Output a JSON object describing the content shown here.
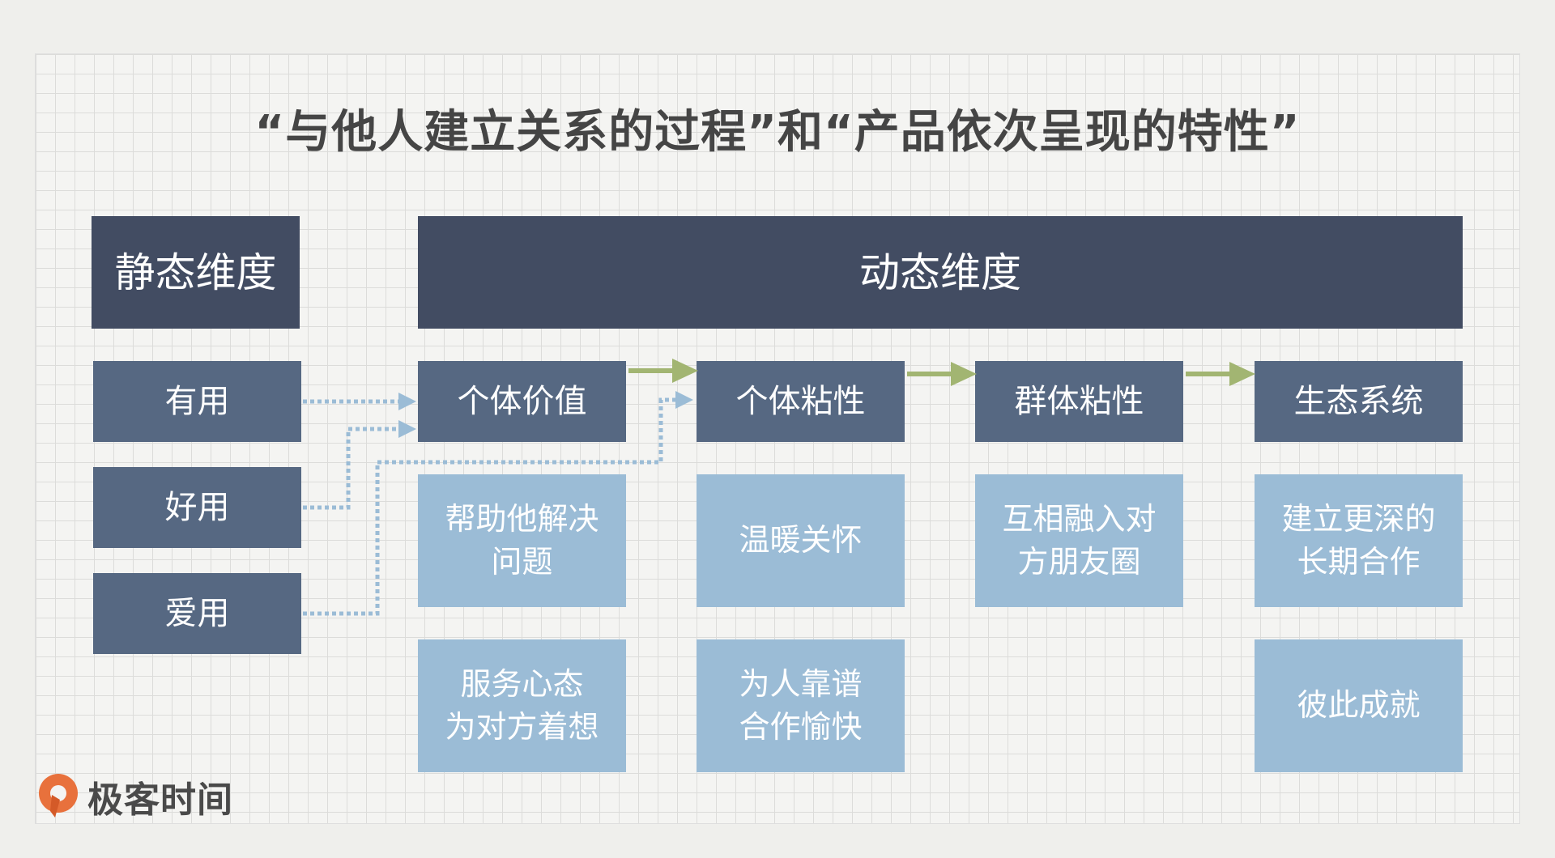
{
  "title": "“与他人建立关系的过程”和“产品依次呈现的特性”",
  "static_header": "静态维度",
  "dynamic_header": "动态维度",
  "static_items": [
    "有用",
    "好用",
    "爱用"
  ],
  "stages": [
    "个体价值",
    "个体粘性",
    "群体粘性",
    "生态系统"
  ],
  "details_row1": [
    [
      "帮助他解决",
      "问题"
    ],
    [
      "温暖关怀"
    ],
    [
      "互相融入对",
      "方朋友圈"
    ],
    [
      "建立更深的",
      "长期合作"
    ]
  ],
  "details_row2": [
    [
      "服务心态",
      "为对方着想"
    ],
    [
      "为人靠谱",
      "合作愉快"
    ],
    [
      "彼此成就"
    ]
  ],
  "brand": {
    "name": "极客时间",
    "logo_icon": "geektime-logo-icon"
  },
  "colors": {
    "header": "#424c62",
    "item": "#566882",
    "detail": "#9bbcd6",
    "solid_arrow": "#a2b572",
    "dotted_arrow": "#9bbcd6",
    "logo": "#e8713c"
  }
}
